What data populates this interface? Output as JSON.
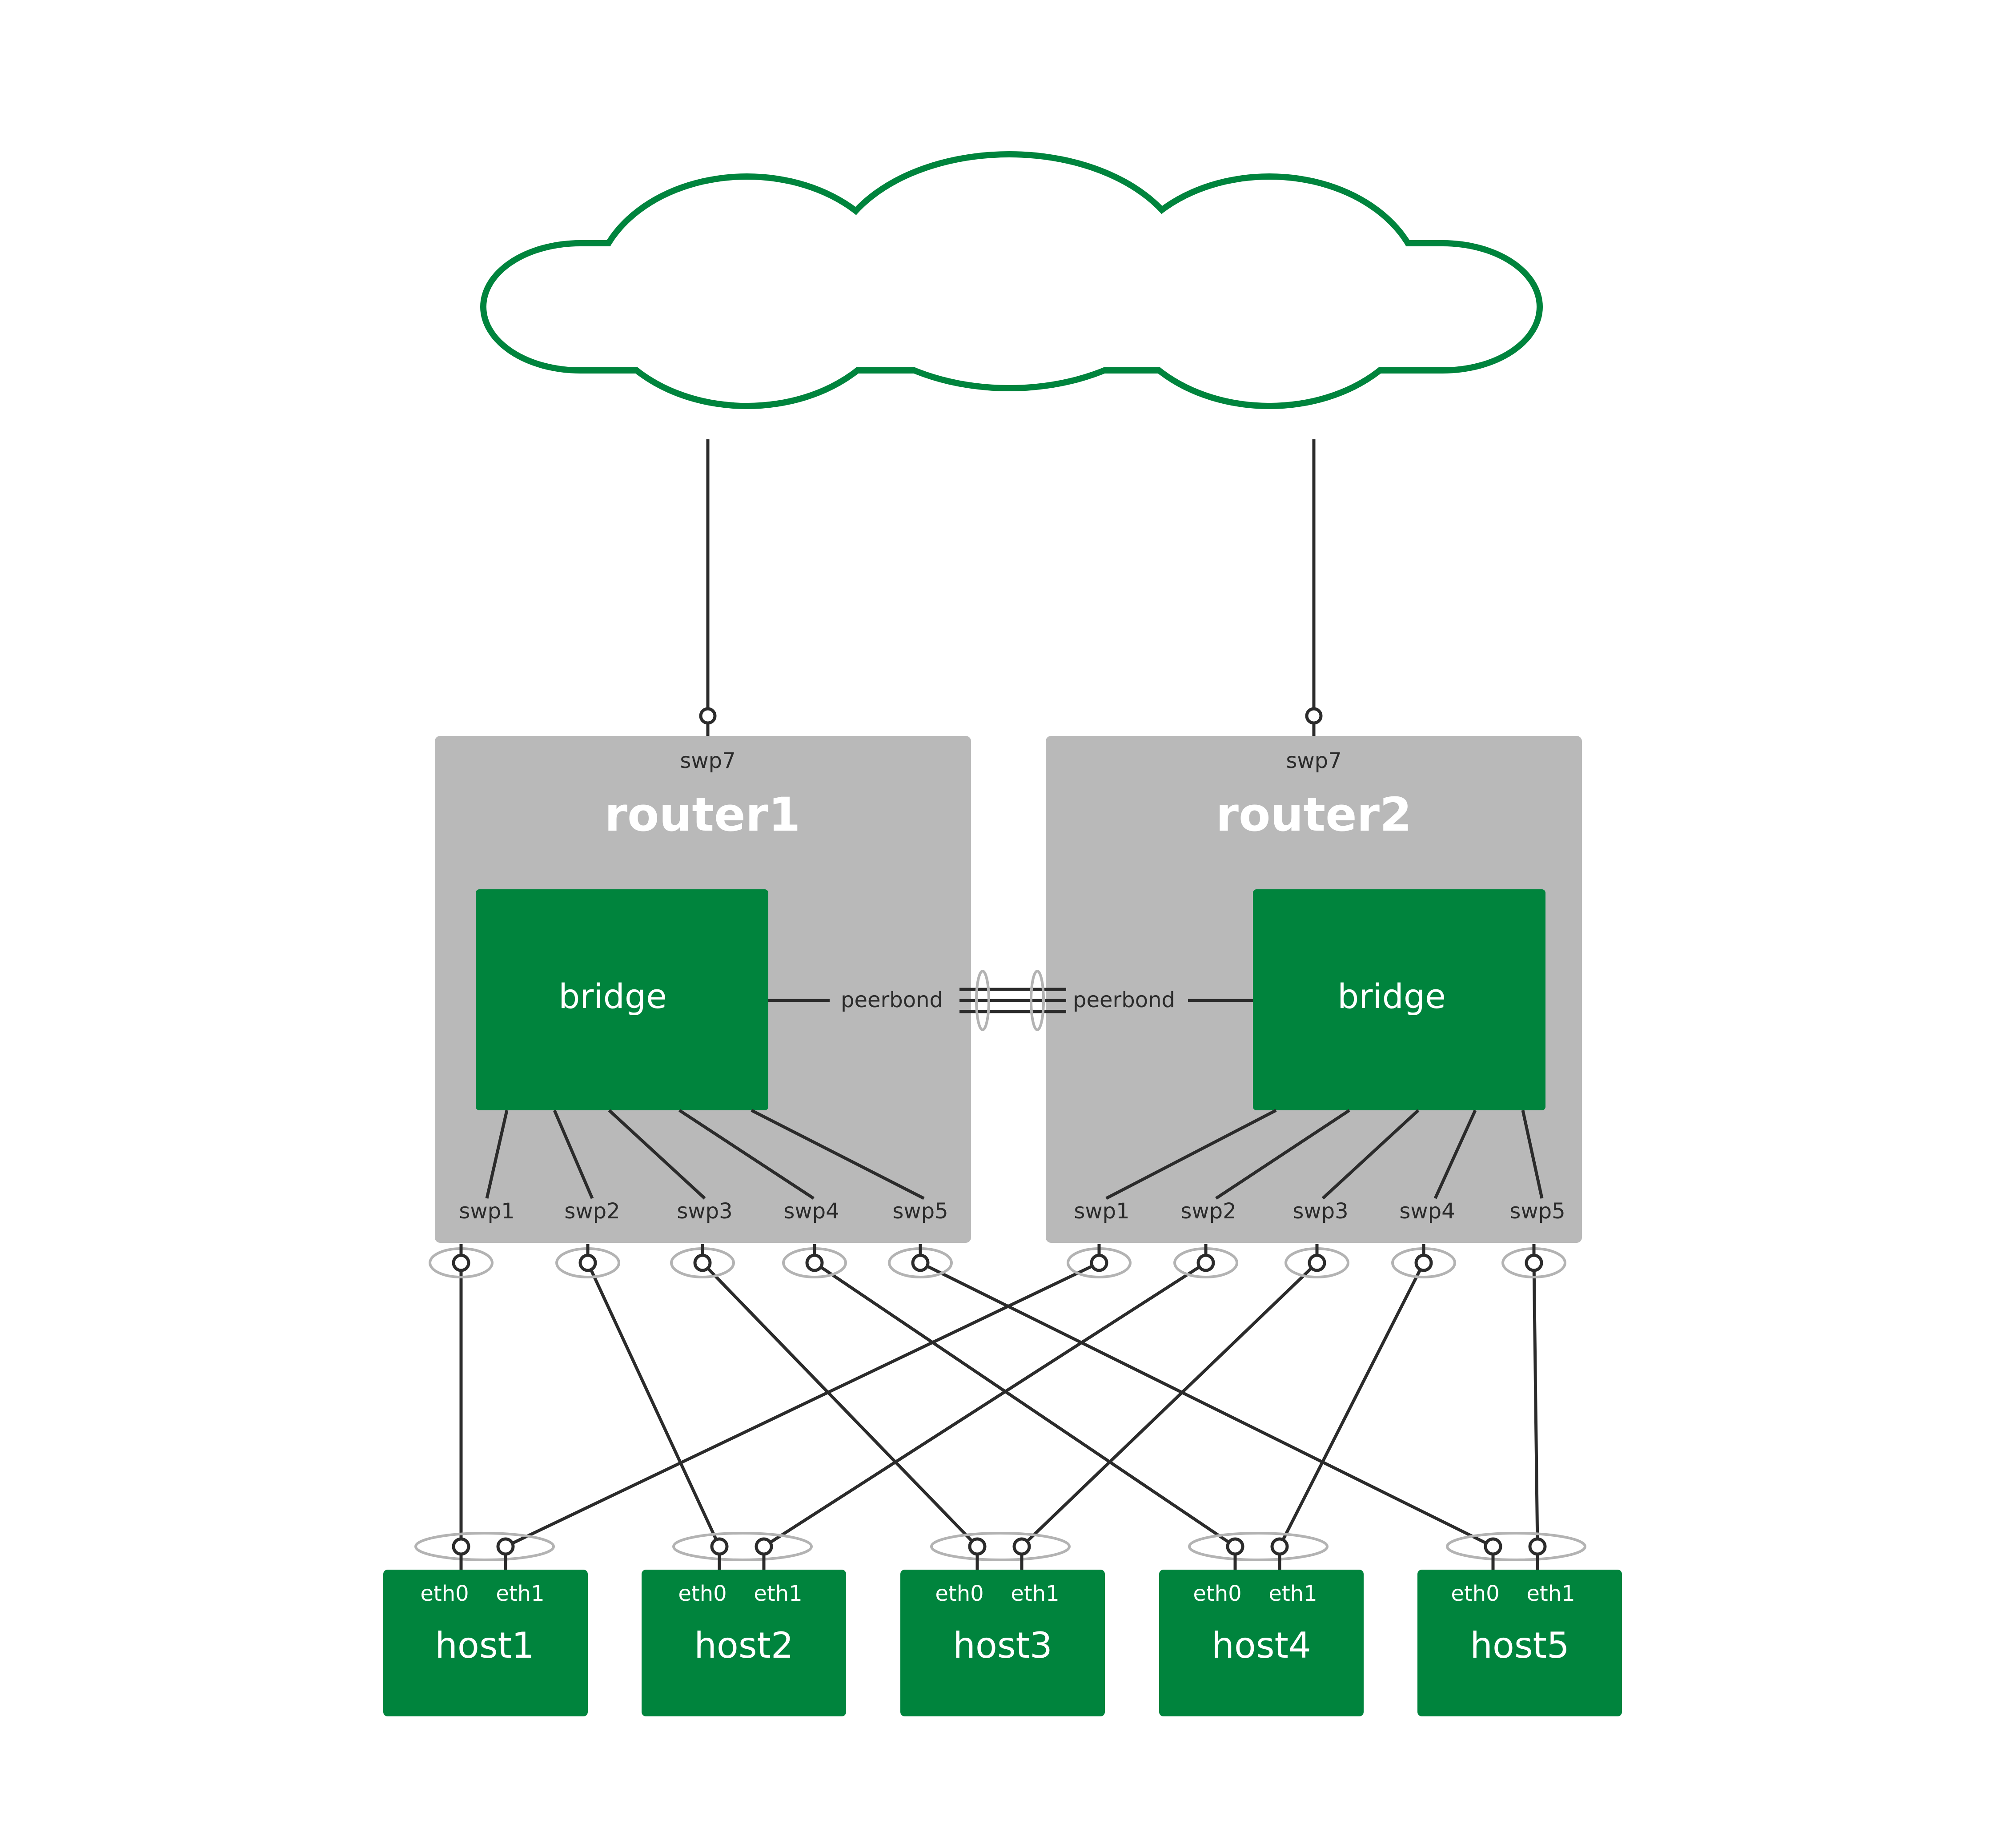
{
  "colors": {
    "green": "#00843d",
    "router_gray": "#b9b9b9",
    "wire": "#2b2b2b",
    "bond_ring": "#b3b3b3",
    "white": "#ffffff"
  },
  "icons": {
    "cloud": "cloud-icon"
  },
  "routers": [
    {
      "title": "router1",
      "uplink": "swp7",
      "bridge": "bridge",
      "peer": "peerbond",
      "ports": [
        "swp1",
        "swp2",
        "swp3",
        "swp4",
        "swp5"
      ]
    },
    {
      "title": "router2",
      "uplink": "swp7",
      "bridge": "bridge",
      "peer": "peerbond",
      "ports": [
        "swp1",
        "swp2",
        "swp3",
        "swp4",
        "swp5"
      ]
    }
  ],
  "hosts": [
    {
      "title": "host1",
      "eth0": "eth0",
      "eth1": "eth1"
    },
    {
      "title": "host2",
      "eth0": "eth0",
      "eth1": "eth1"
    },
    {
      "title": "host3",
      "eth0": "eth0",
      "eth1": "eth1"
    },
    {
      "title": "host4",
      "eth0": "eth0",
      "eth1": "eth1"
    },
    {
      "title": "host5",
      "eth0": "eth0",
      "eth1": "eth1"
    }
  ]
}
